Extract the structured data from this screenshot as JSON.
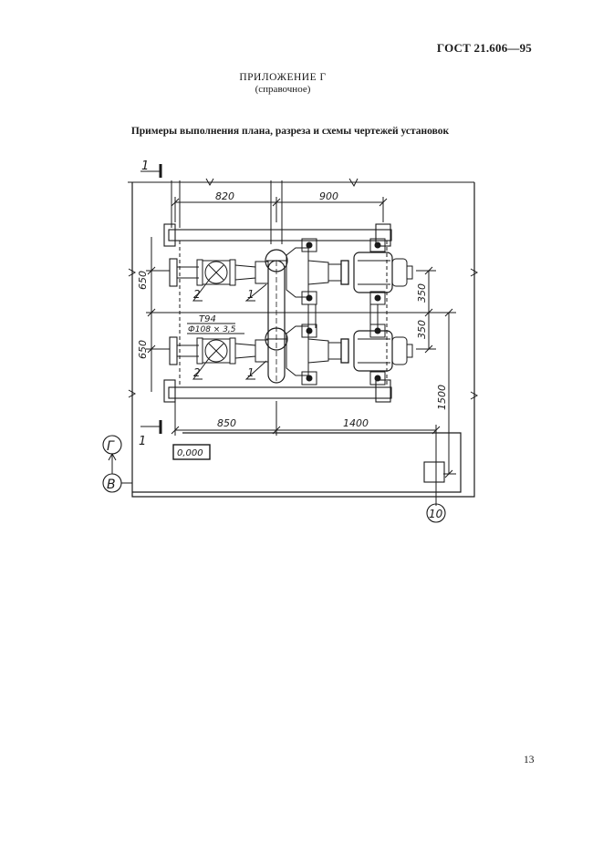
{
  "header": {
    "code": "ГОСТ 21.606—95"
  },
  "appendix": {
    "title": "ПРИЛОЖЕНИЕ Г",
    "subtitle": "(справочное)"
  },
  "section": {
    "title": "Примеры выполнения плана, разреза и схемы чертежей установок"
  },
  "drawing": {
    "section_mark": "1",
    "dim_top_left": "820",
    "dim_top_right": "900",
    "dim_bottom_left": "850",
    "dim_bottom_right": "1400",
    "dim_left_upper": "650",
    "dim_left_lower": "650",
    "dim_right_upper": "350",
    "dim_right_lower": "350",
    "dim_right_long": "1500",
    "leader_2": "2",
    "leader_1": "1",
    "pipe_code": "Т94",
    "pipe_size": "Ф108 × 3,5",
    "elevation": "0,000",
    "axis_g": "Г",
    "axis_v": "В",
    "axis_10": "10"
  },
  "page": {
    "number": "13"
  }
}
